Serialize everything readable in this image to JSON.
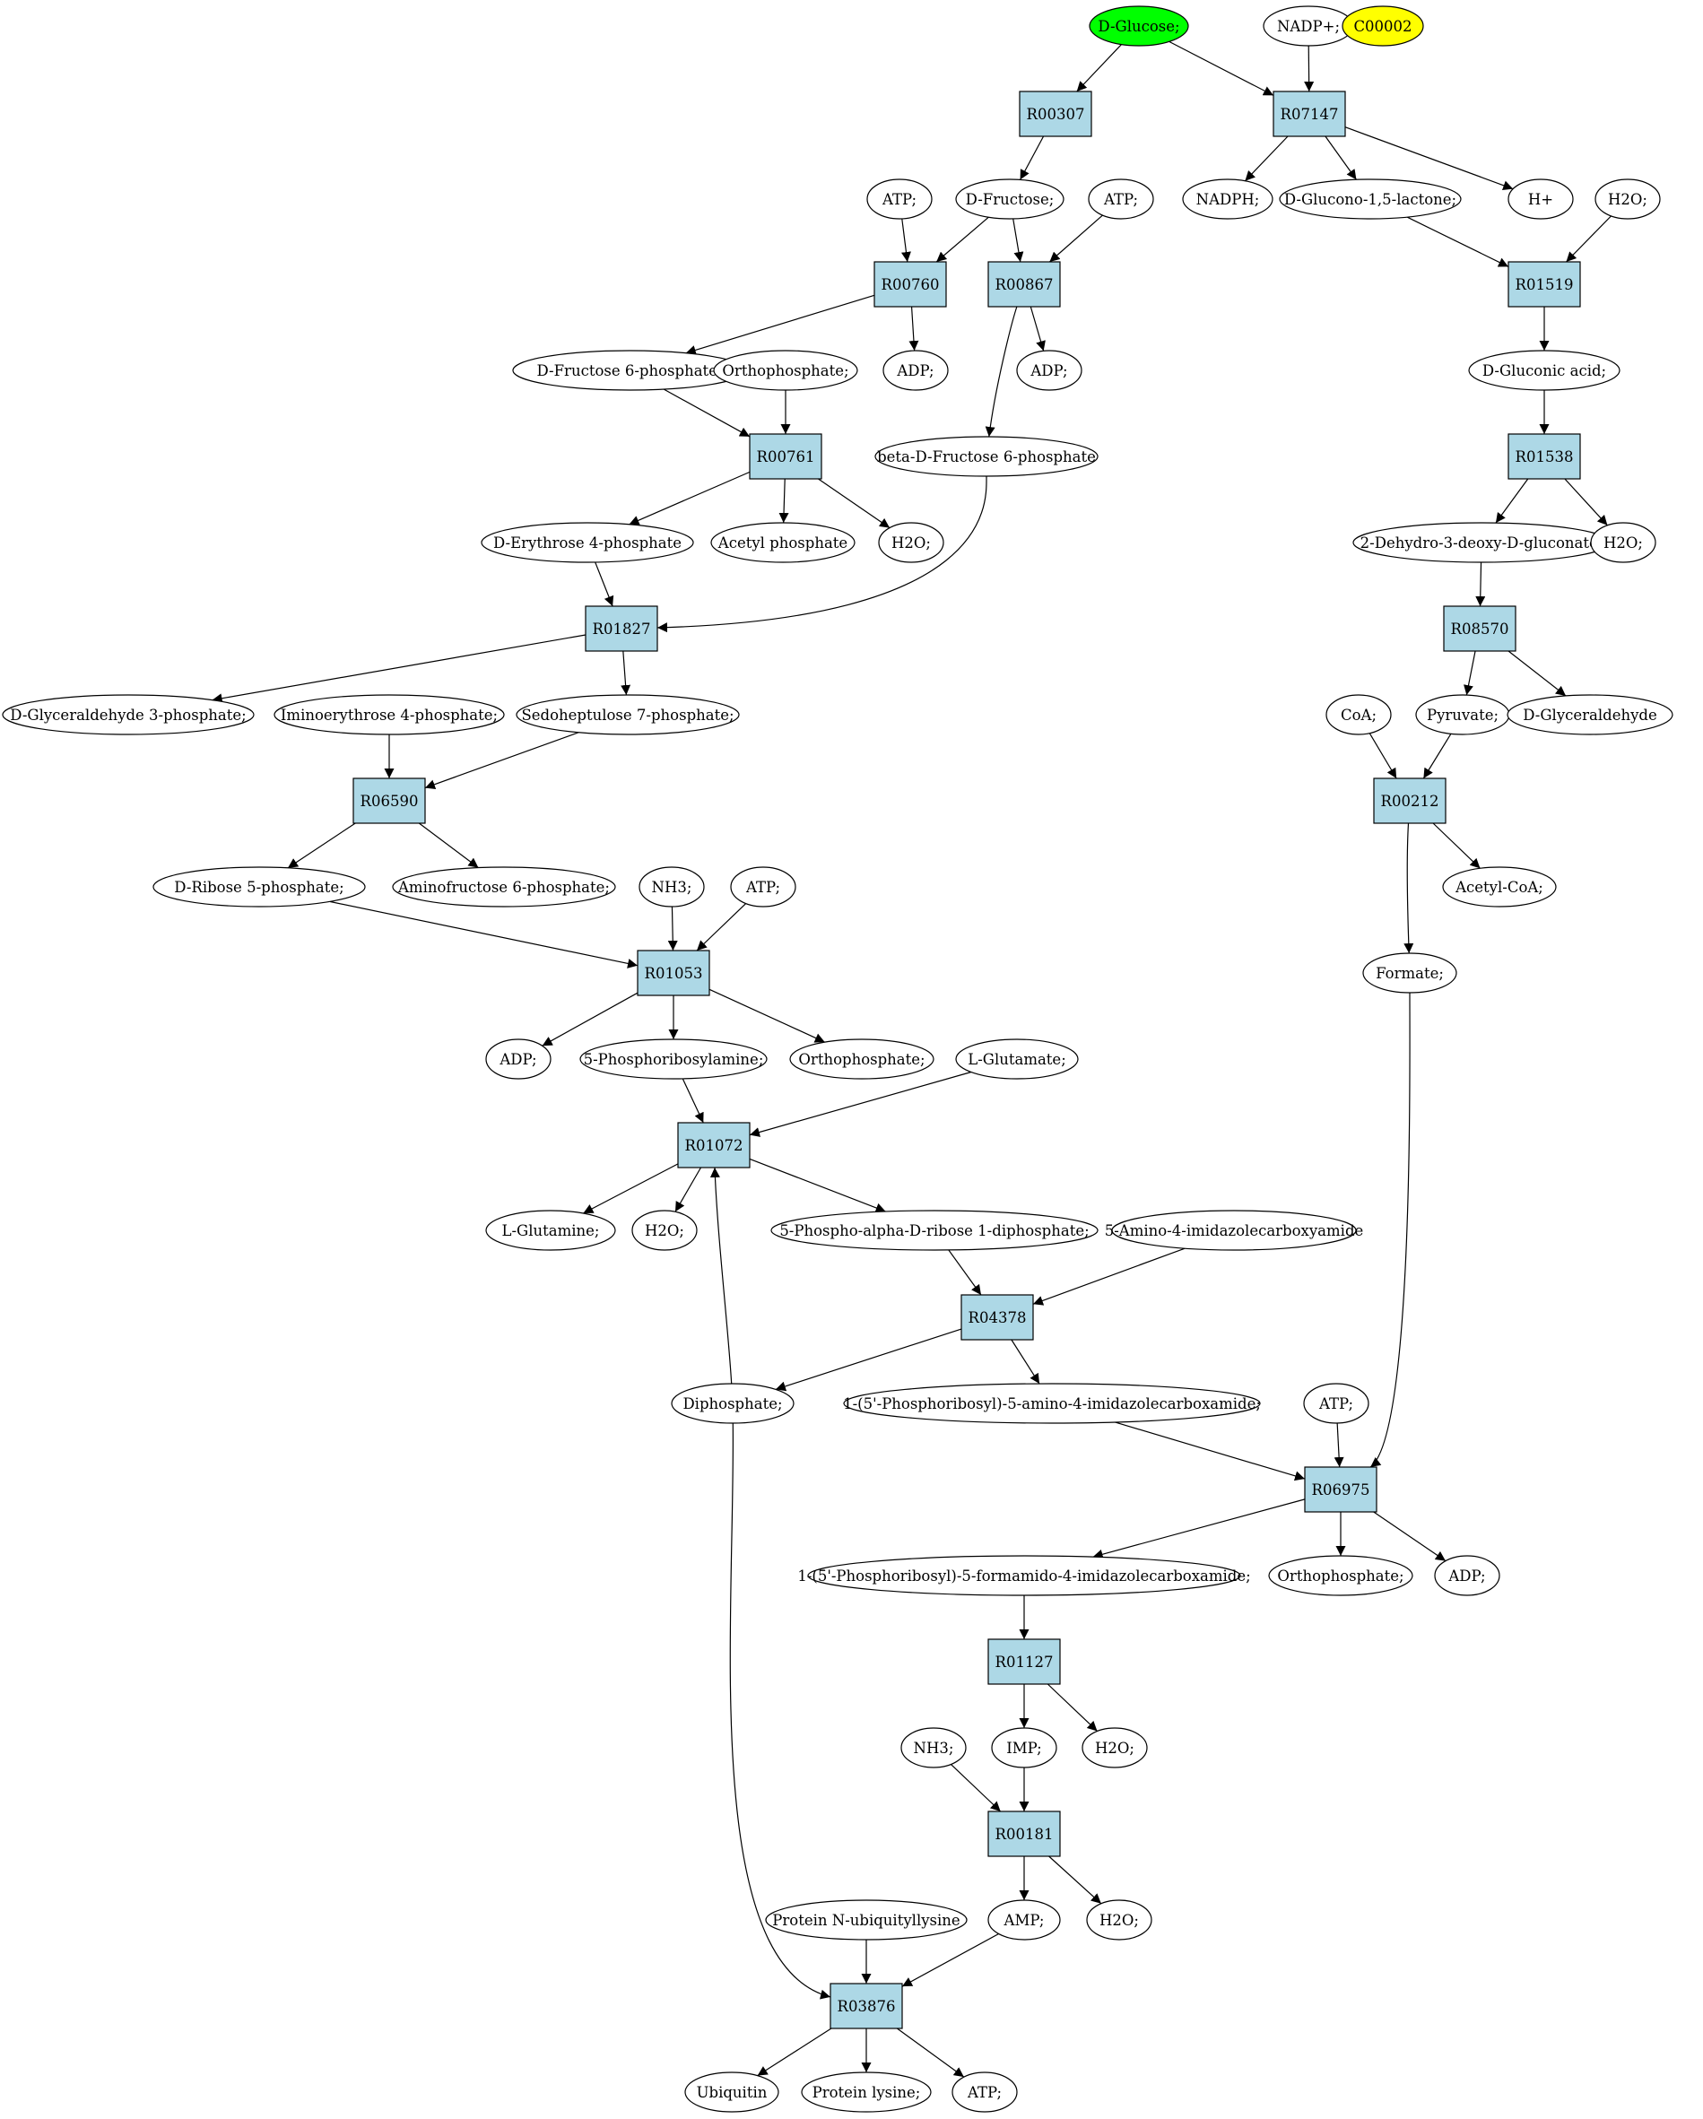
{
  "colors": {
    "reaction_fill": "#add8e6",
    "compound_fill": "#ffffff",
    "start_fill": "#00ff00",
    "highlight_fill": "#ffff00",
    "stroke": "#000000"
  },
  "nodes": [
    {
      "id": "n_glucose",
      "label": "D-Glucose;",
      "kind": "start"
    },
    {
      "id": "n_nadp",
      "label": "NADP+;",
      "kind": "compound"
    },
    {
      "id": "n_c00002",
      "label": "C00002",
      "kind": "highlight"
    },
    {
      "id": "r00307",
      "label": "R00307",
      "kind": "reaction"
    },
    {
      "id": "r07147",
      "label": "R07147",
      "kind": "reaction"
    },
    {
      "id": "n_atp1",
      "label": "ATP;",
      "kind": "compound"
    },
    {
      "id": "n_fructose",
      "label": "D-Fructose;",
      "kind": "compound"
    },
    {
      "id": "n_atp2",
      "label": "ATP;",
      "kind": "compound"
    },
    {
      "id": "n_nadph",
      "label": "NADPH;",
      "kind": "compound"
    },
    {
      "id": "n_glucono",
      "label": "D-Glucono-1,5-lactone;",
      "kind": "compound"
    },
    {
      "id": "n_hplus",
      "label": "H+",
      "kind": "compound"
    },
    {
      "id": "n_h2o1",
      "label": "H2O;",
      "kind": "compound"
    },
    {
      "id": "r00760",
      "label": "R00760",
      "kind": "reaction"
    },
    {
      "id": "r00867",
      "label": "R00867",
      "kind": "reaction"
    },
    {
      "id": "r01519",
      "label": "R01519",
      "kind": "reaction"
    },
    {
      "id": "n_f6p",
      "label": "D-Fructose 6-phosphate;",
      "kind": "compound"
    },
    {
      "id": "n_ortho1",
      "label": "Orthophosphate;",
      "kind": "compound"
    },
    {
      "id": "n_adp1",
      "label": "ADP;",
      "kind": "compound"
    },
    {
      "id": "n_adp2",
      "label": "ADP;",
      "kind": "compound"
    },
    {
      "id": "n_gluconic",
      "label": "D-Gluconic acid;",
      "kind": "compound"
    },
    {
      "id": "r00761",
      "label": "R00761",
      "kind": "reaction"
    },
    {
      "id": "n_betaf6p",
      "label": "beta-D-Fructose 6-phosphate",
      "kind": "compound"
    },
    {
      "id": "r01538",
      "label": "R01538",
      "kind": "reaction"
    },
    {
      "id": "n_e4p",
      "label": "D-Erythrose 4-phosphate",
      "kind": "compound"
    },
    {
      "id": "n_acetylp",
      "label": "Acetyl phosphate",
      "kind": "compound"
    },
    {
      "id": "n_h2o2",
      "label": "H2O;",
      "kind": "compound"
    },
    {
      "id": "n_kdg",
      "label": "2-Dehydro-3-deoxy-D-gluconate;",
      "kind": "compound"
    },
    {
      "id": "n_h2o3",
      "label": "H2O;",
      "kind": "compound"
    },
    {
      "id": "r01827",
      "label": "R01827",
      "kind": "reaction"
    },
    {
      "id": "r08570",
      "label": "R08570",
      "kind": "reaction"
    },
    {
      "id": "n_g3p",
      "label": "D-Glyceraldehyde 3-phosphate;",
      "kind": "compound"
    },
    {
      "id": "n_imino",
      "label": "Iminoerythrose 4-phosphate;",
      "kind": "compound"
    },
    {
      "id": "n_s7p",
      "label": "Sedoheptulose 7-phosphate;",
      "kind": "compound"
    },
    {
      "id": "n_coa",
      "label": "CoA;",
      "kind": "compound"
    },
    {
      "id": "n_pyruvate",
      "label": "Pyruvate;",
      "kind": "compound"
    },
    {
      "id": "n_glyceraldehyde",
      "label": "D-Glyceraldehyde",
      "kind": "compound"
    },
    {
      "id": "r06590",
      "label": "R06590",
      "kind": "reaction"
    },
    {
      "id": "r00212",
      "label": "R00212",
      "kind": "reaction"
    },
    {
      "id": "n_r5p",
      "label": "D-Ribose 5-phosphate;",
      "kind": "compound"
    },
    {
      "id": "n_amino6p",
      "label": "Aminofructose 6-phosphate;",
      "kind": "compound"
    },
    {
      "id": "n_nh3a",
      "label": "NH3;",
      "kind": "compound"
    },
    {
      "id": "n_atp3",
      "label": "ATP;",
      "kind": "compound"
    },
    {
      "id": "n_acetylcoa",
      "label": "Acetyl-CoA;",
      "kind": "compound"
    },
    {
      "id": "r01053",
      "label": "R01053",
      "kind": "reaction"
    },
    {
      "id": "n_formate",
      "label": "Formate;",
      "kind": "compound"
    },
    {
      "id": "n_adp3",
      "label": "ADP;",
      "kind": "compound"
    },
    {
      "id": "n_5pra",
      "label": "5-Phosphoribosylamine;",
      "kind": "compound"
    },
    {
      "id": "n_ortho2",
      "label": "Orthophosphate;",
      "kind": "compound"
    },
    {
      "id": "n_glutamate",
      "label": "L-Glutamate;",
      "kind": "compound"
    },
    {
      "id": "r01072",
      "label": "R01072",
      "kind": "reaction"
    },
    {
      "id": "n_glutamine",
      "label": "L-Glutamine;",
      "kind": "compound"
    },
    {
      "id": "n_h2o4",
      "label": "H2O;",
      "kind": "compound"
    },
    {
      "id": "n_prpp",
      "label": "5-Phospho-alpha-D-ribose 1-diphosphate;",
      "kind": "compound"
    },
    {
      "id": "n_aica",
      "label": "5-Amino-4-imidazolecarboxyamide",
      "kind": "compound"
    },
    {
      "id": "r04378",
      "label": "R04378",
      "kind": "reaction"
    },
    {
      "id": "n_diphosphate",
      "label": "Diphosphate;",
      "kind": "compound"
    },
    {
      "id": "n_aicar",
      "label": "1-(5'-Phosphoribosyl)-5-amino-4-imidazolecarboxamide;",
      "kind": "compound"
    },
    {
      "id": "n_atp4",
      "label": "ATP;",
      "kind": "compound"
    },
    {
      "id": "r06975",
      "label": "R06975",
      "kind": "reaction"
    },
    {
      "id": "n_faicar",
      "label": "1-(5'-Phosphoribosyl)-5-formamido-4-imidazolecarboxamide;",
      "kind": "compound"
    },
    {
      "id": "n_ortho3",
      "label": "Orthophosphate;",
      "kind": "compound"
    },
    {
      "id": "n_adp4",
      "label": "ADP;",
      "kind": "compound"
    },
    {
      "id": "r01127",
      "label": "R01127",
      "kind": "reaction"
    },
    {
      "id": "n_nh3b",
      "label": "NH3;",
      "kind": "compound"
    },
    {
      "id": "n_imp",
      "label": "IMP;",
      "kind": "compound"
    },
    {
      "id": "n_h2o5",
      "label": "H2O;",
      "kind": "compound"
    },
    {
      "id": "r00181",
      "label": "R00181",
      "kind": "reaction"
    },
    {
      "id": "n_protubq",
      "label": "Protein N-ubiquityllysine",
      "kind": "compound"
    },
    {
      "id": "n_amp",
      "label": "AMP;",
      "kind": "compound"
    },
    {
      "id": "n_h2o6",
      "label": "H2O;",
      "kind": "compound"
    },
    {
      "id": "r03876",
      "label": "R03876",
      "kind": "reaction"
    },
    {
      "id": "n_ubiquitin",
      "label": "Ubiquitin",
      "kind": "compound"
    },
    {
      "id": "n_protlys",
      "label": "Protein lysine;",
      "kind": "compound"
    },
    {
      "id": "n_atp5",
      "label": "ATP;",
      "kind": "compound"
    }
  ],
  "edges": [
    [
      "n_glucose",
      "r00307"
    ],
    [
      "n_glucose",
      "r07147"
    ],
    [
      "n_nadp",
      "r07147"
    ],
    [
      "r00307",
      "n_fructose"
    ],
    [
      "r07147",
      "n_nadph"
    ],
    [
      "r07147",
      "n_glucono"
    ],
    [
      "r07147",
      "n_hplus"
    ],
    [
      "n_atp1",
      "r00760"
    ],
    [
      "n_fructose",
      "r00760"
    ],
    [
      "n_fructose",
      "r00867"
    ],
    [
      "n_atp2",
      "r00867"
    ],
    [
      "n_glucono",
      "r01519"
    ],
    [
      "n_h2o1",
      "r01519"
    ],
    [
      "r00760",
      "n_f6p"
    ],
    [
      "r00760",
      "n_adp1"
    ],
    [
      "r00867",
      "n_adp2"
    ],
    [
      "r00867",
      "n_betaf6p"
    ],
    [
      "r01519",
      "n_gluconic"
    ],
    [
      "n_f6p",
      "r00761"
    ],
    [
      "n_ortho1",
      "r00761"
    ],
    [
      "r00761",
      "n_e4p"
    ],
    [
      "r00761",
      "n_acetylp"
    ],
    [
      "r00761",
      "n_h2o2"
    ],
    [
      "n_gluconic",
      "r01538"
    ],
    [
      "r01538",
      "n_kdg"
    ],
    [
      "r01538",
      "n_h2o3"
    ],
    [
      "n_e4p",
      "r01827"
    ],
    [
      "n_betaf6p",
      "r01827"
    ],
    [
      "r01827",
      "n_g3p"
    ],
    [
      "r01827",
      "n_s7p"
    ],
    [
      "n_kdg",
      "r08570"
    ],
    [
      "r08570",
      "n_pyruvate"
    ],
    [
      "r08570",
      "n_glyceraldehyde"
    ],
    [
      "n_imino",
      "r06590"
    ],
    [
      "n_s7p",
      "r06590"
    ],
    [
      "n_coa",
      "r00212"
    ],
    [
      "n_pyruvate",
      "r00212"
    ],
    [
      "r06590",
      "n_r5p"
    ],
    [
      "r06590",
      "n_amino6p"
    ],
    [
      "r00212",
      "n_acetylcoa"
    ],
    [
      "r00212",
      "n_formate"
    ],
    [
      "n_r5p",
      "r01053"
    ],
    [
      "n_nh3a",
      "r01053"
    ],
    [
      "n_atp3",
      "r01053"
    ],
    [
      "r01053",
      "n_adp3"
    ],
    [
      "r01053",
      "n_5pra"
    ],
    [
      "r01053",
      "n_ortho2"
    ],
    [
      "n_5pra",
      "r01072"
    ],
    [
      "n_glutamate",
      "r01072"
    ],
    [
      "n_diphosphate",
      "r01072"
    ],
    [
      "r01072",
      "n_glutamine"
    ],
    [
      "r01072",
      "n_h2o4"
    ],
    [
      "r01072",
      "n_prpp"
    ],
    [
      "n_prpp",
      "r04378"
    ],
    [
      "n_aica",
      "r04378"
    ],
    [
      "r04378",
      "n_diphosphate"
    ],
    [
      "r04378",
      "n_aicar"
    ],
    [
      "n_aicar",
      "r06975"
    ],
    [
      "n_atp4",
      "r06975"
    ],
    [
      "n_formate",
      "r06975"
    ],
    [
      "r06975",
      "n_faicar"
    ],
    [
      "r06975",
      "n_ortho3"
    ],
    [
      "r06975",
      "n_adp4"
    ],
    [
      "n_faicar",
      "r01127"
    ],
    [
      "r01127",
      "n_imp"
    ],
    [
      "r01127",
      "n_h2o5"
    ],
    [
      "n_nh3b",
      "r00181"
    ],
    [
      "n_imp",
      "r00181"
    ],
    [
      "r00181",
      "n_amp"
    ],
    [
      "r00181",
      "n_h2o6"
    ],
    [
      "n_protubq",
      "r03876"
    ],
    [
      "n_amp",
      "r03876"
    ],
    [
      "n_diphosphate",
      "r03876"
    ],
    [
      "r03876",
      "n_ubiquitin"
    ],
    [
      "r03876",
      "n_protlys"
    ],
    [
      "r03876",
      "n_atp5"
    ]
  ]
}
